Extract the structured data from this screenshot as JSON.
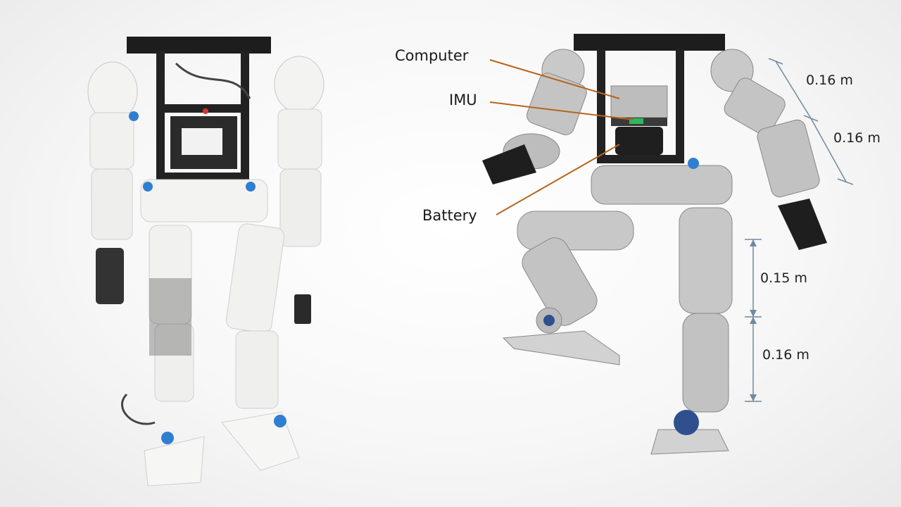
{
  "diagram": {
    "components": [
      {
        "label": "Computer"
      },
      {
        "label": "IMU"
      },
      {
        "label": "Battery"
      }
    ],
    "dimensions": [
      {
        "label": "0.16 m"
      },
      {
        "label": "0.16 m"
      },
      {
        "label": "0.15 m"
      },
      {
        "label": "0.16 m"
      }
    ],
    "colors": {
      "leader_line": "#b5651d",
      "dimension_line": "#6f8aa0",
      "frame": "#1d1d1d",
      "white_robot": "#f3f3f1",
      "cad_robot": "#c9c9c9",
      "accent_blue": "#2f7fd0"
    }
  }
}
